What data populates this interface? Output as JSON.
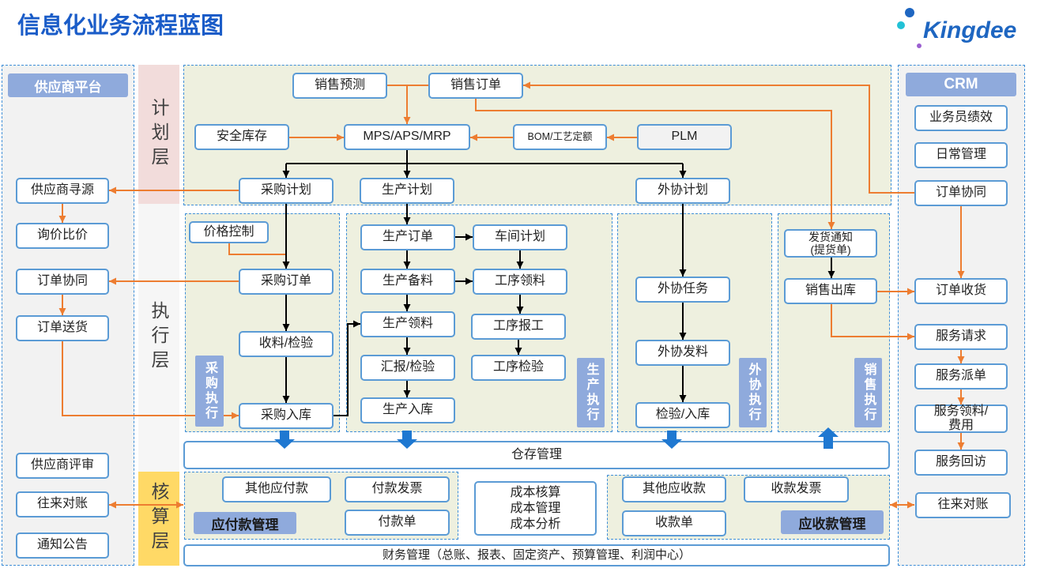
{
  "title": "信息化业务流程蓝图",
  "logo": {
    "text": "Kingdee"
  },
  "layers": {
    "plan": "计划层",
    "execution": "执行层",
    "accounting": "核算层"
  },
  "supplier_platform": {
    "header": "供应商平台",
    "items": [
      "供应商寻源",
      "询价比价",
      "订单协同",
      "订单送货",
      "供应商评审",
      "往来对账",
      "通知公告"
    ]
  },
  "crm": {
    "header": "CRM",
    "items": [
      "业务员绩效",
      "日常管理",
      "订单协同",
      "订单收货",
      "服务请求",
      "服务派单",
      "服务领料/\n费用",
      "服务回访",
      "往来对账"
    ]
  },
  "plan": {
    "sales_forecast": "销售预测",
    "sales_order": "销售订单",
    "safety_stock": "安全库存",
    "mps": "MPS/APS/MRP",
    "bom": "BOM/工艺定额",
    "plm": "PLM",
    "purchase_plan": "采购计划",
    "production_plan": "生产计划",
    "outsourcing_plan": "外协计划"
  },
  "execution": {
    "purchase": {
      "label": "采购执行",
      "price_control": "价格控制",
      "purchase_order": "采购订单",
      "receiving_inspection": "收料/检验",
      "purchase_inbound": "采购入库"
    },
    "production": {
      "label": "生产执行",
      "production_order": "生产订单",
      "workshop_plan": "车间计划",
      "material_prep": "生产备料",
      "process_picking": "工序领料",
      "production_picking": "生产领料",
      "process_report": "工序报工",
      "report_inspection": "汇报/检验",
      "process_inspection": "工序检验",
      "production_inbound": "生产入库"
    },
    "outsourcing": {
      "label": "外协执行",
      "task": "外协任务",
      "material_issue": "外协发料",
      "inspection_inbound": "检验/入库"
    },
    "sales": {
      "label": "销售执行",
      "delivery_notice": "发货通知\n(提货单)",
      "sales_outbound": "销售出库"
    }
  },
  "warehouse": "仓存管理",
  "accounting": {
    "payable": {
      "label": "应付款管理",
      "other_payable": "其他应付款",
      "payment_invoice": "付款发票",
      "payment_bill": "付款单"
    },
    "cost": [
      "成本核算",
      "成本管理",
      "成本分析"
    ],
    "receivable": {
      "label": "应收款管理",
      "other_receivable": "其他应收款",
      "receipt_invoice": "收款发票",
      "receipt_bill": "收款单"
    },
    "finance": "财务管理（总账、报表、固定资产、预算管理、利润中心）"
  },
  "colors": {
    "title": "#1a5cc8",
    "box_border": "#5b9bd5",
    "dashed_border": "#3e8ed8",
    "label_bg": "#8faadc",
    "panel_bg": "#eef0df",
    "plan_layer": "#f2dcdb",
    "execution_layer": "#f6f6f6",
    "accounting_layer": "#ffd966",
    "flow_arrow": "#ed7d31",
    "control_arrow": "#000000",
    "warehouse_arrow": "#1f78d1",
    "logo_blue": "#1e66c1",
    "logo_cyan": "#22c1d6",
    "logo_purple": "#9b5fd0"
  }
}
